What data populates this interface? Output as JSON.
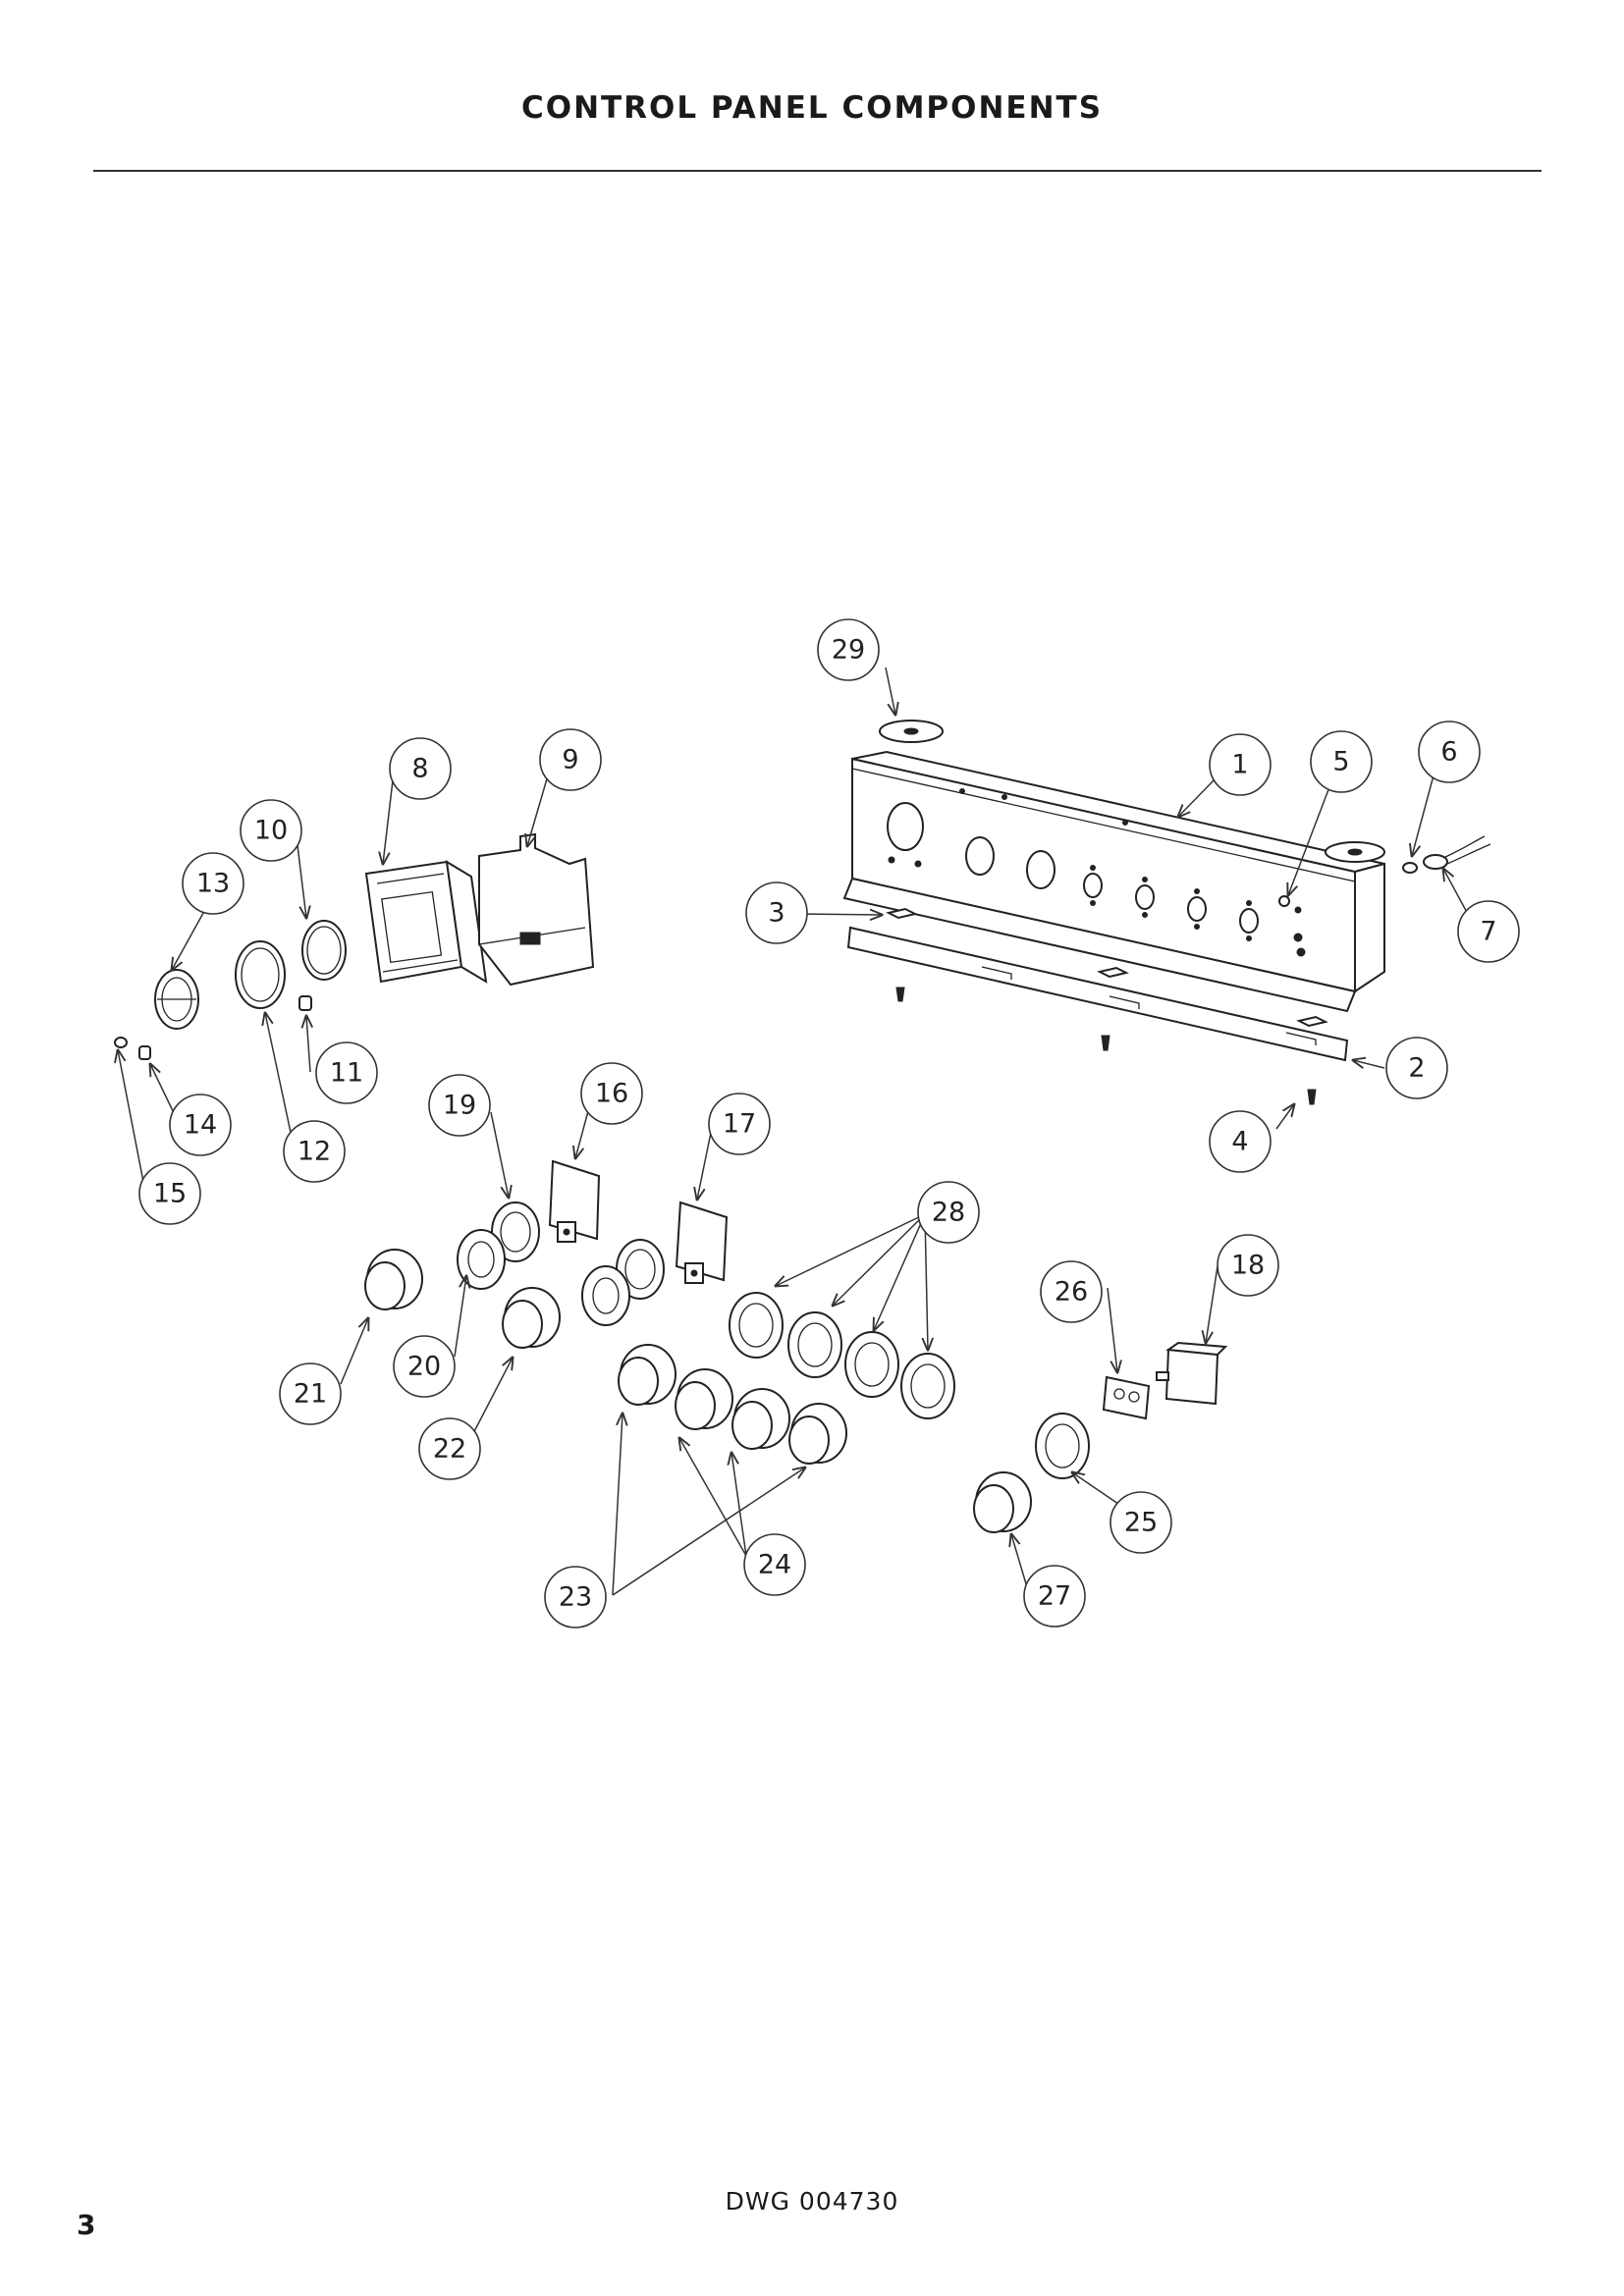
{
  "header": {
    "title": "CONTROL PANEL COMPONENTS"
  },
  "footer": {
    "drawing_number": "DWG 004730",
    "page_number": "3"
  },
  "callouts": [
    "1",
    "2",
    "3",
    "4",
    "5",
    "6",
    "7",
    "8",
    "9",
    "10",
    "11",
    "12",
    "13",
    "14",
    "15",
    "16",
    "17",
    "18",
    "19",
    "20",
    "21",
    "22",
    "23",
    "24",
    "25",
    "26",
    "27",
    "28",
    "29"
  ]
}
